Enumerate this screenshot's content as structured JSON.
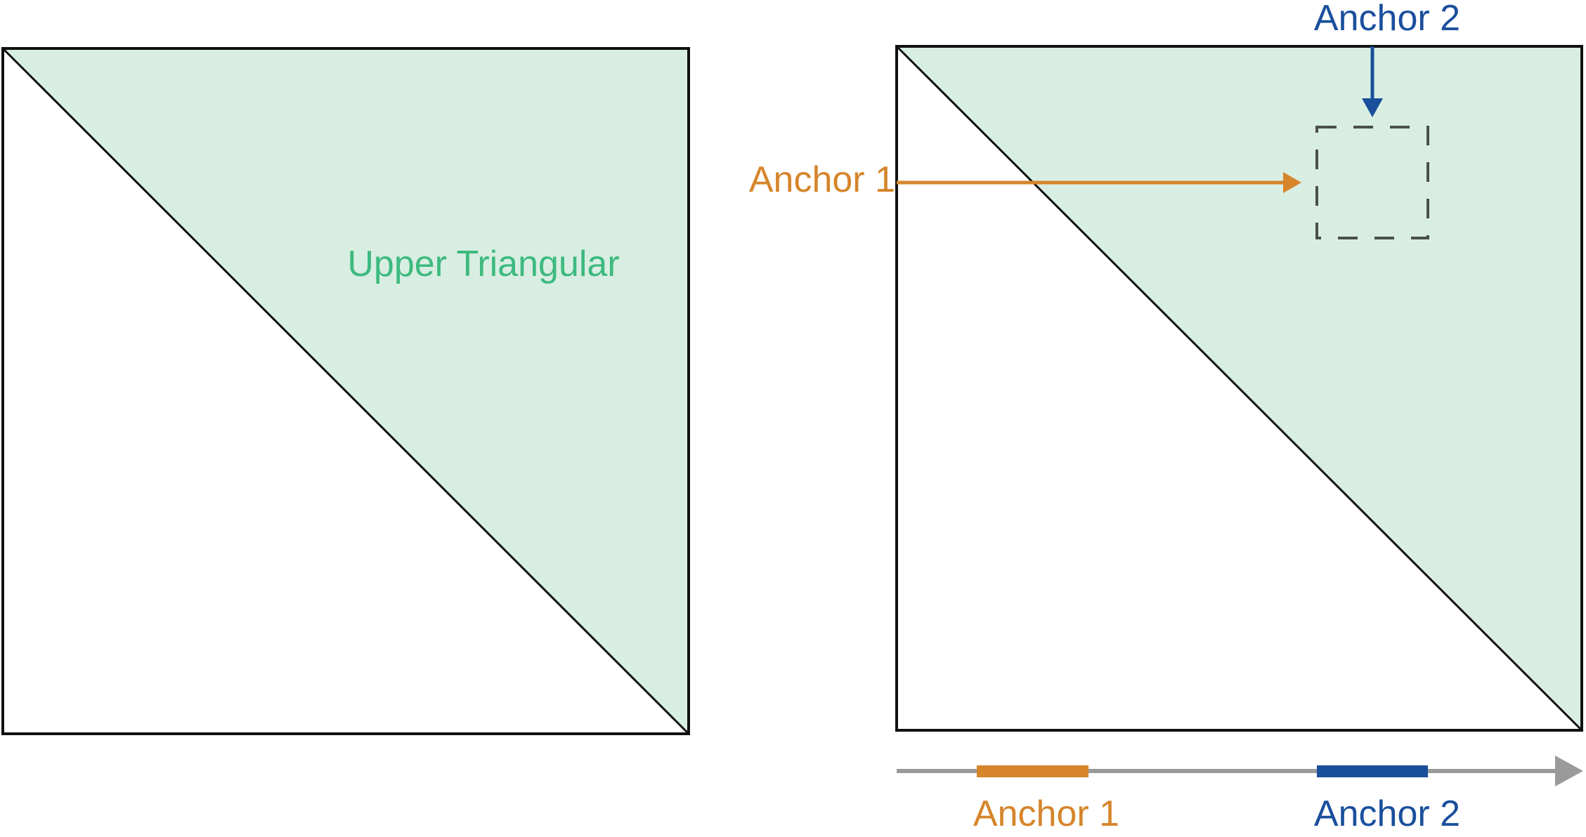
{
  "labels": {
    "upper_triangular": "Upper Triangular",
    "anchor1_side": "Anchor 1",
    "anchor2_top": "Anchor 2",
    "anchor1_axis": "Anchor 1",
    "anchor2_axis": "Anchor 2"
  },
  "colors": {
    "triangle_fill": "#d9eee2",
    "upper_label": "#3dba7f",
    "anchor1": "#d6852b",
    "anchor2": "#1a4f9c",
    "axis": "#9a9a9a",
    "outline": "#111111",
    "dashed_box": "#4a4f4d"
  }
}
